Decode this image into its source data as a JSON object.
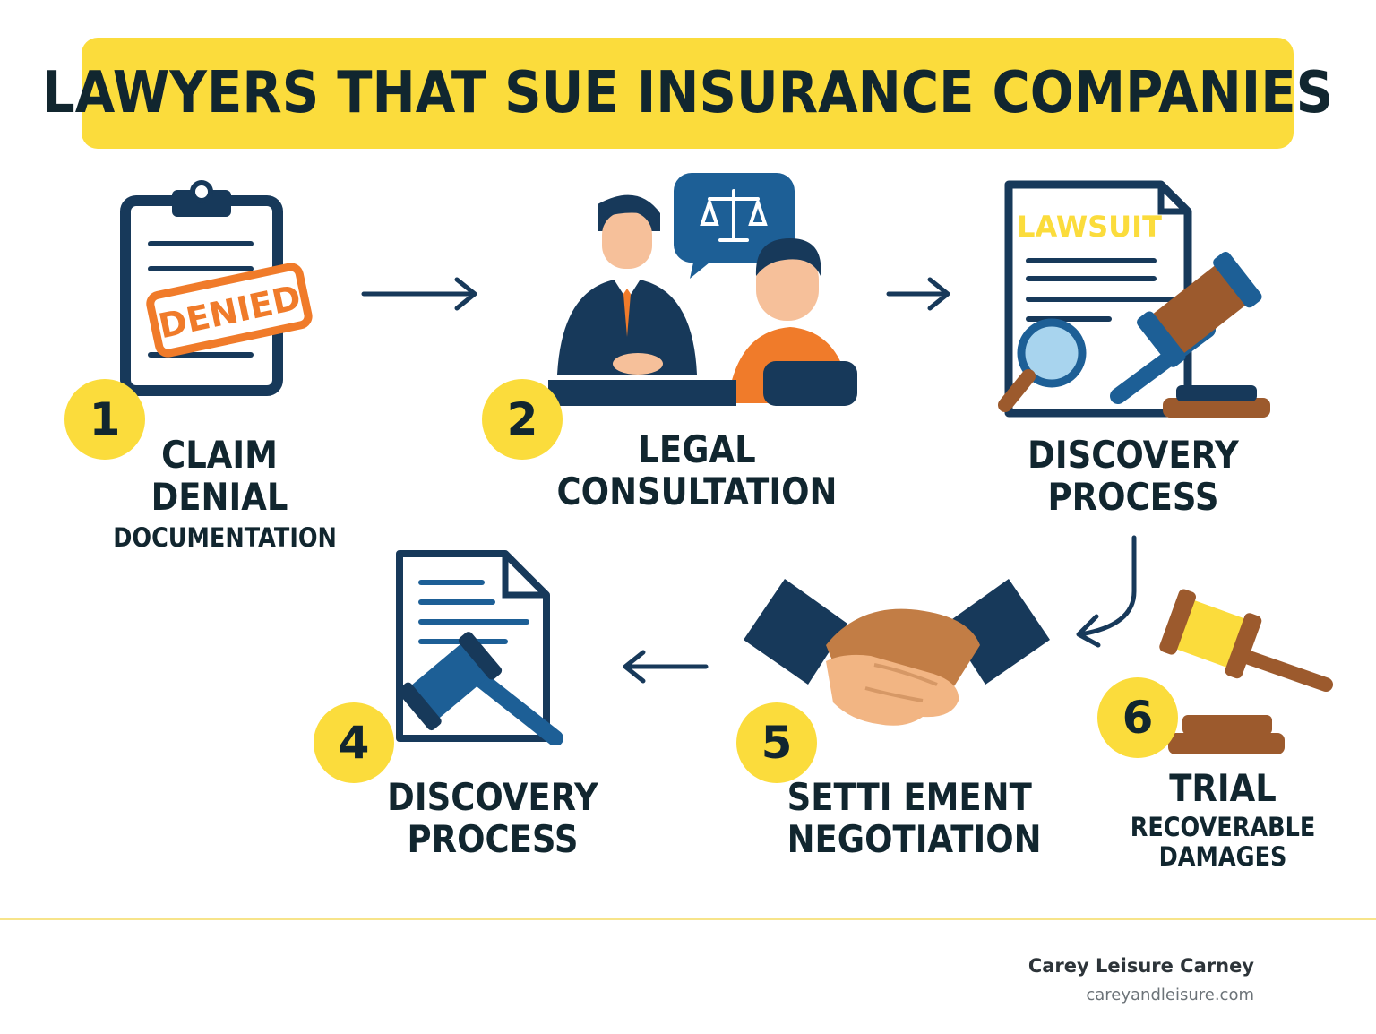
{
  "title": "LAWYERS THAT SUE INSURANCE COMPANIES",
  "steps": [
    {
      "number": "1",
      "line1": "CLAIM",
      "line2": "DENIAL",
      "sub": "DOCUMENTATION",
      "stamp": "DENIED"
    },
    {
      "number": "2",
      "line1": "LEGAL",
      "line2": "CONSULTATION"
    },
    {
      "number": "",
      "line1": "DISCOVERY",
      "line2": "PROCESS",
      "doc_heading": "LAWSUIT"
    },
    {
      "number": "4",
      "line1": "DISCOVERY",
      "line2": "PROCESS"
    },
    {
      "number": "5",
      "line1": "SETTI EMENT",
      "line2": "NEGOTIATION"
    },
    {
      "number": "6",
      "line1": "TRIAL",
      "sub1": "RECOVERABLE",
      "sub2": "DAMAGES"
    }
  ],
  "footer": {
    "brand": "Carey Leisure Carney",
    "url": "careyandleisure.com"
  },
  "colors": {
    "accent": "#fbdc3c",
    "navy": "#17395a",
    "orange": "#f07b2a",
    "blue": "#1d5f96",
    "brown": "#9c5a2d"
  }
}
